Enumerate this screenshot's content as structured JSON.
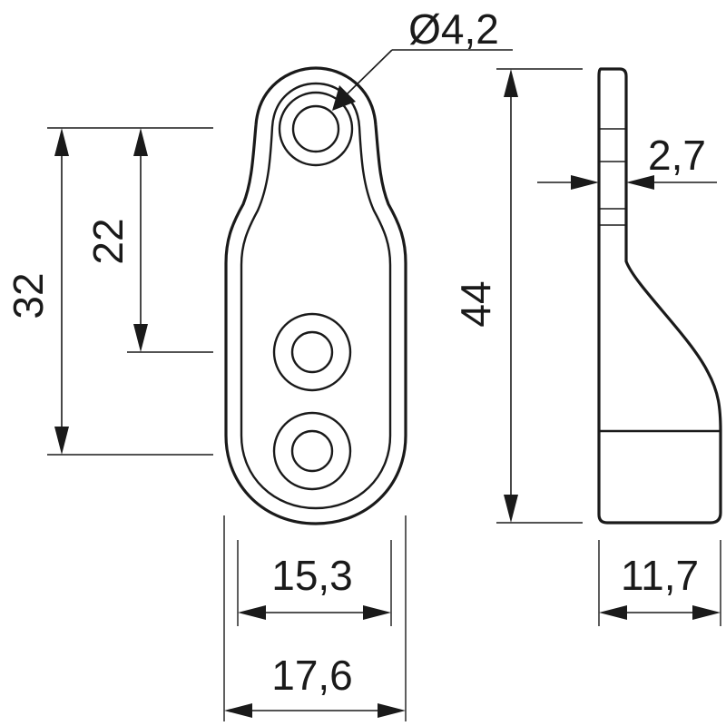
{
  "dimensions": {
    "hole_diameter": "Ø4,2",
    "thickness": "2,7",
    "height_total": "44",
    "hole_spacing_outer": "32",
    "hole_spacing_inner": "22",
    "width_inner": "15,3",
    "width_outer": "17,6",
    "depth": "11,7"
  }
}
